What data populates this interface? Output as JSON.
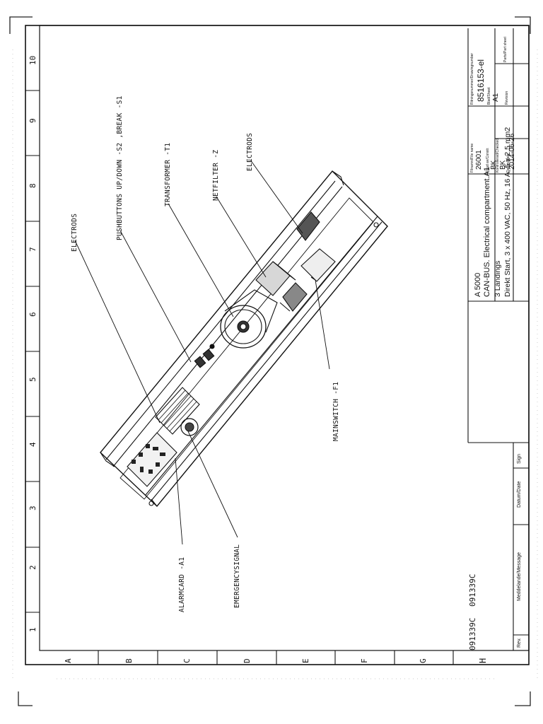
{
  "grid": {
    "columns": [
      "1",
      "2",
      "3",
      "4",
      "5",
      "6",
      "7",
      "8",
      "9",
      "10"
    ],
    "rows": [
      "A",
      "B",
      "C",
      "D",
      "E",
      "F",
      "G",
      "H"
    ]
  },
  "callouts": {
    "electrods_left": "ELECTRODS",
    "pushbuttons": "PUSHBUTTONS UP/DOWN -S2 ,BREAK -S1",
    "transformer": "TRANSFORMER -T1",
    "netfilter": "NETFILTER -Z",
    "electrods_right": "ELECTRODS",
    "mainswitch": "MAINSWITCH -F1",
    "alarmcard": "ALARMCARD -A1",
    "emergencysignal": "EMERGENCYSIGNAL"
  },
  "revision": {
    "codes": [
      "091339C",
      "091339C"
    ],
    "col_rev": "Rev.",
    "col_message": "Meddelande/Message",
    "col_date": "Datum/Date",
    "col_sign": "Sign"
  },
  "title_block": {
    "product": "A 5000",
    "title": "CAN-BUS. Electrical compartment.A1",
    "landings": "3 Landings",
    "supply": "Direkt Start, 3 x 400 VAC, 50 Hz, 16 A, 5 x 2,5 mm2",
    "filename_label": "Filnamn/File name",
    "filename_value": "26001",
    "drawing_no_label": "Ritningsnummer/Drawingnumber",
    "drawing_no_value": "8516153-el",
    "drawn_label": "Ritad av/Constr.",
    "drawn_value": "BK",
    "sheet_label": "Blad/Sheet",
    "sheet_value": "A1",
    "checked_label": "Kontrollerad/Checked",
    "checked_value": "BK",
    "parts_label": "Parts/Part sheet",
    "date_label": "Datum/Date",
    "date_value": "2014-06-26",
    "revision_label": "Revision"
  }
}
